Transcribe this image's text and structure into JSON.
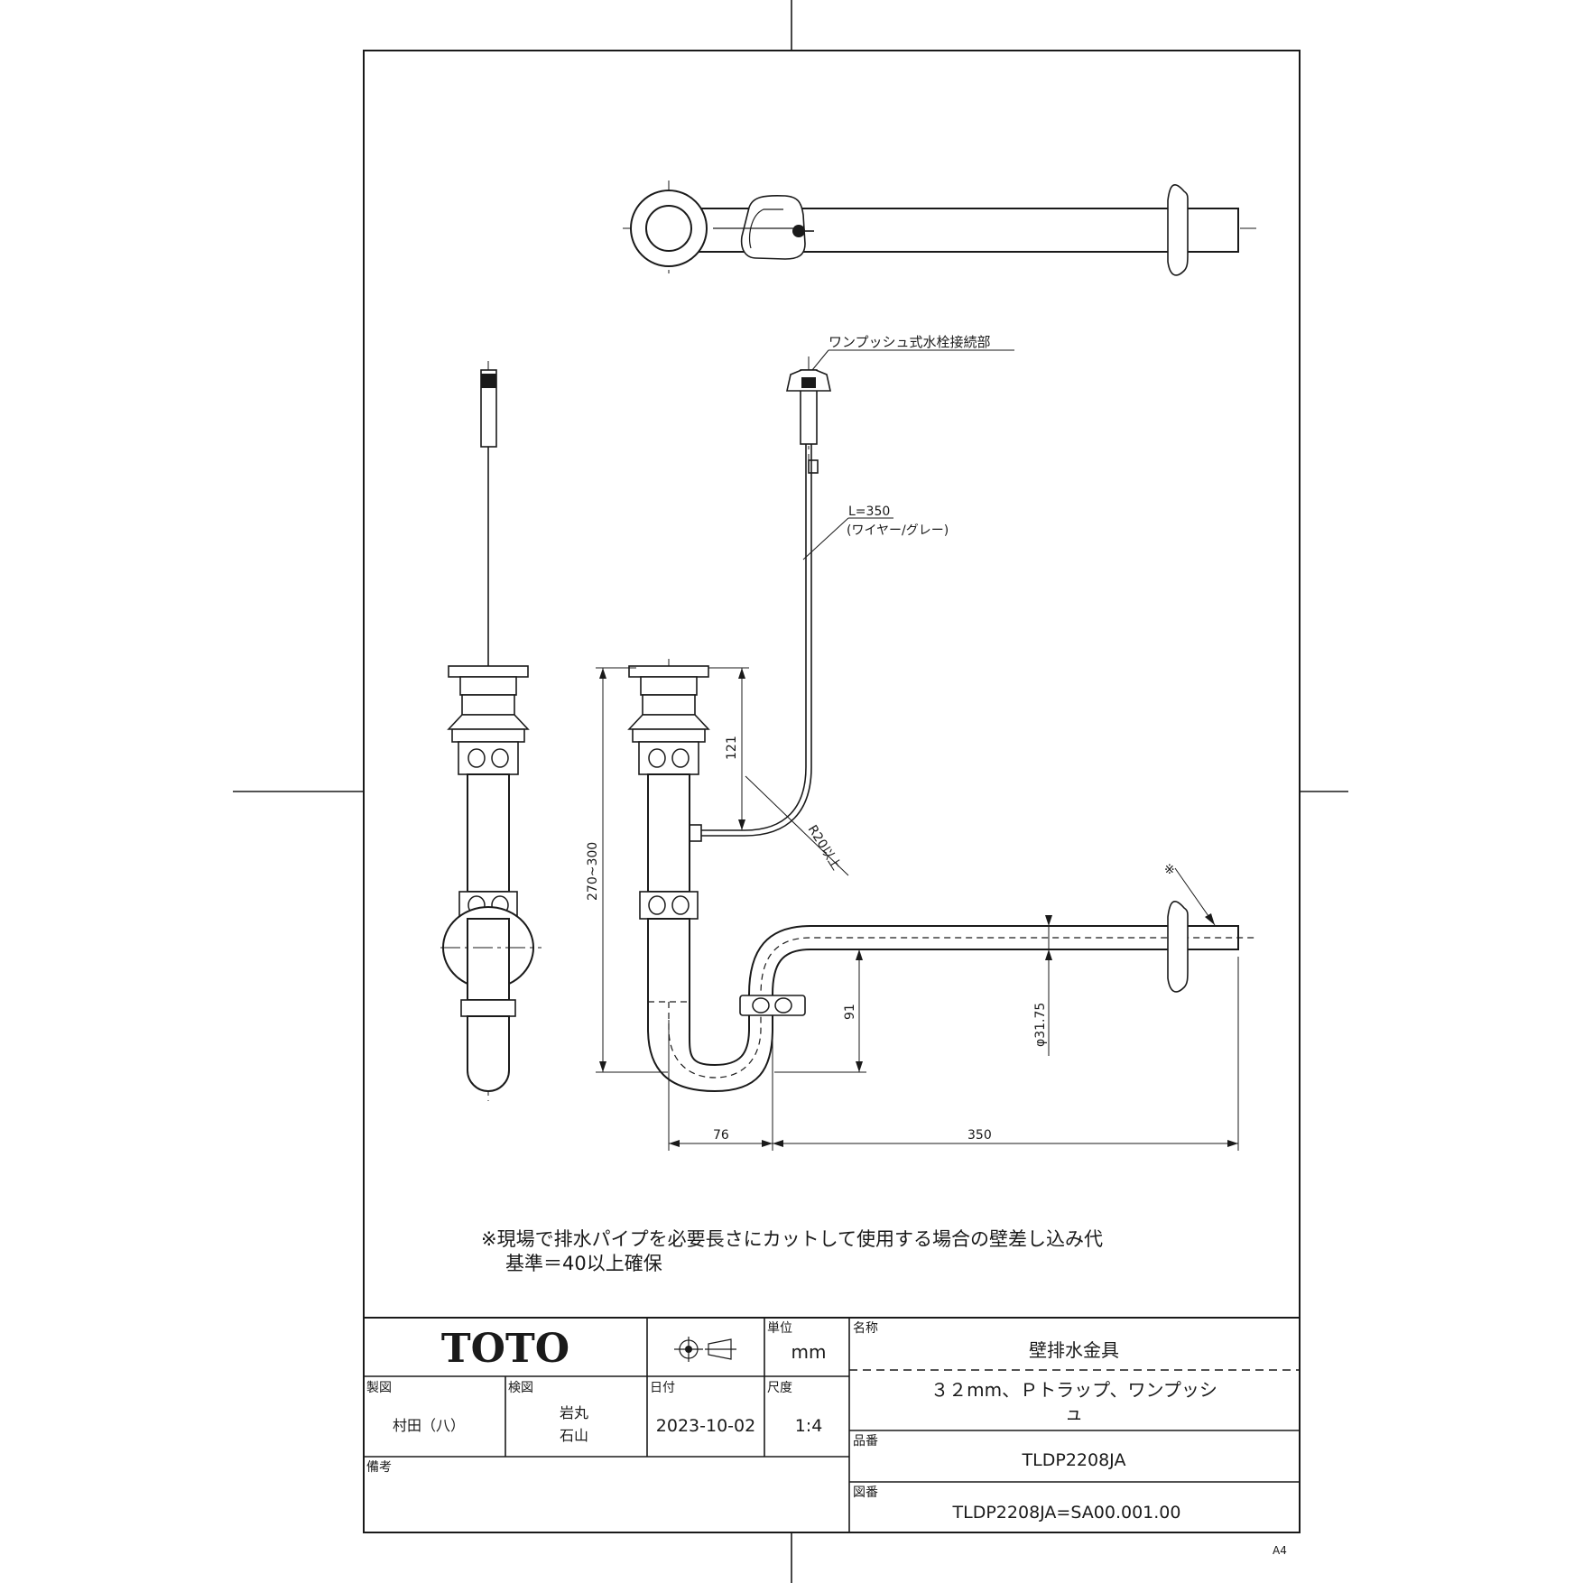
{
  "drawing": {
    "note_top": "ワンプッシュ式水栓接続部",
    "wire_length": "L=350",
    "wire_type": "(ワイヤー/グレー)",
    "radius": "R20以上",
    "asterisk": "※",
    "dims": {
      "d121": "121",
      "d270": "270~300",
      "d91": "91",
      "d3175": "φ31.75",
      "d76": "76",
      "d350": "350"
    },
    "footnote_line1": "※現場で排水パイプを必要長さにカットして使用する場合の壁差し込み代",
    "footnote_line2": "基準＝40以上確保"
  },
  "title_block": {
    "logo": "TOTO",
    "unit_label": "単位",
    "unit_value": "mm",
    "name_label": "名称",
    "name_value": "壁排水金具",
    "description_line1": "３２mm、Ｐトラップ、ワンプッシ",
    "description_line2": "ュ",
    "drawn_label": "製図",
    "drawn_value": "村田（八）",
    "checked_label": "検図",
    "checked_value1": "岩丸",
    "checked_value2": "石山",
    "date_label": "日付",
    "date_value": "2023-10-02",
    "scale_label": "尺度",
    "scale_value": "1:4",
    "part_label": "品番",
    "part_value": "TLDP2208JA",
    "remarks_label": "備考",
    "drawing_no_label": "図番",
    "drawing_no_value": "TLDP2208JA=SA00.001.00"
  },
  "sheet_size": "A4"
}
